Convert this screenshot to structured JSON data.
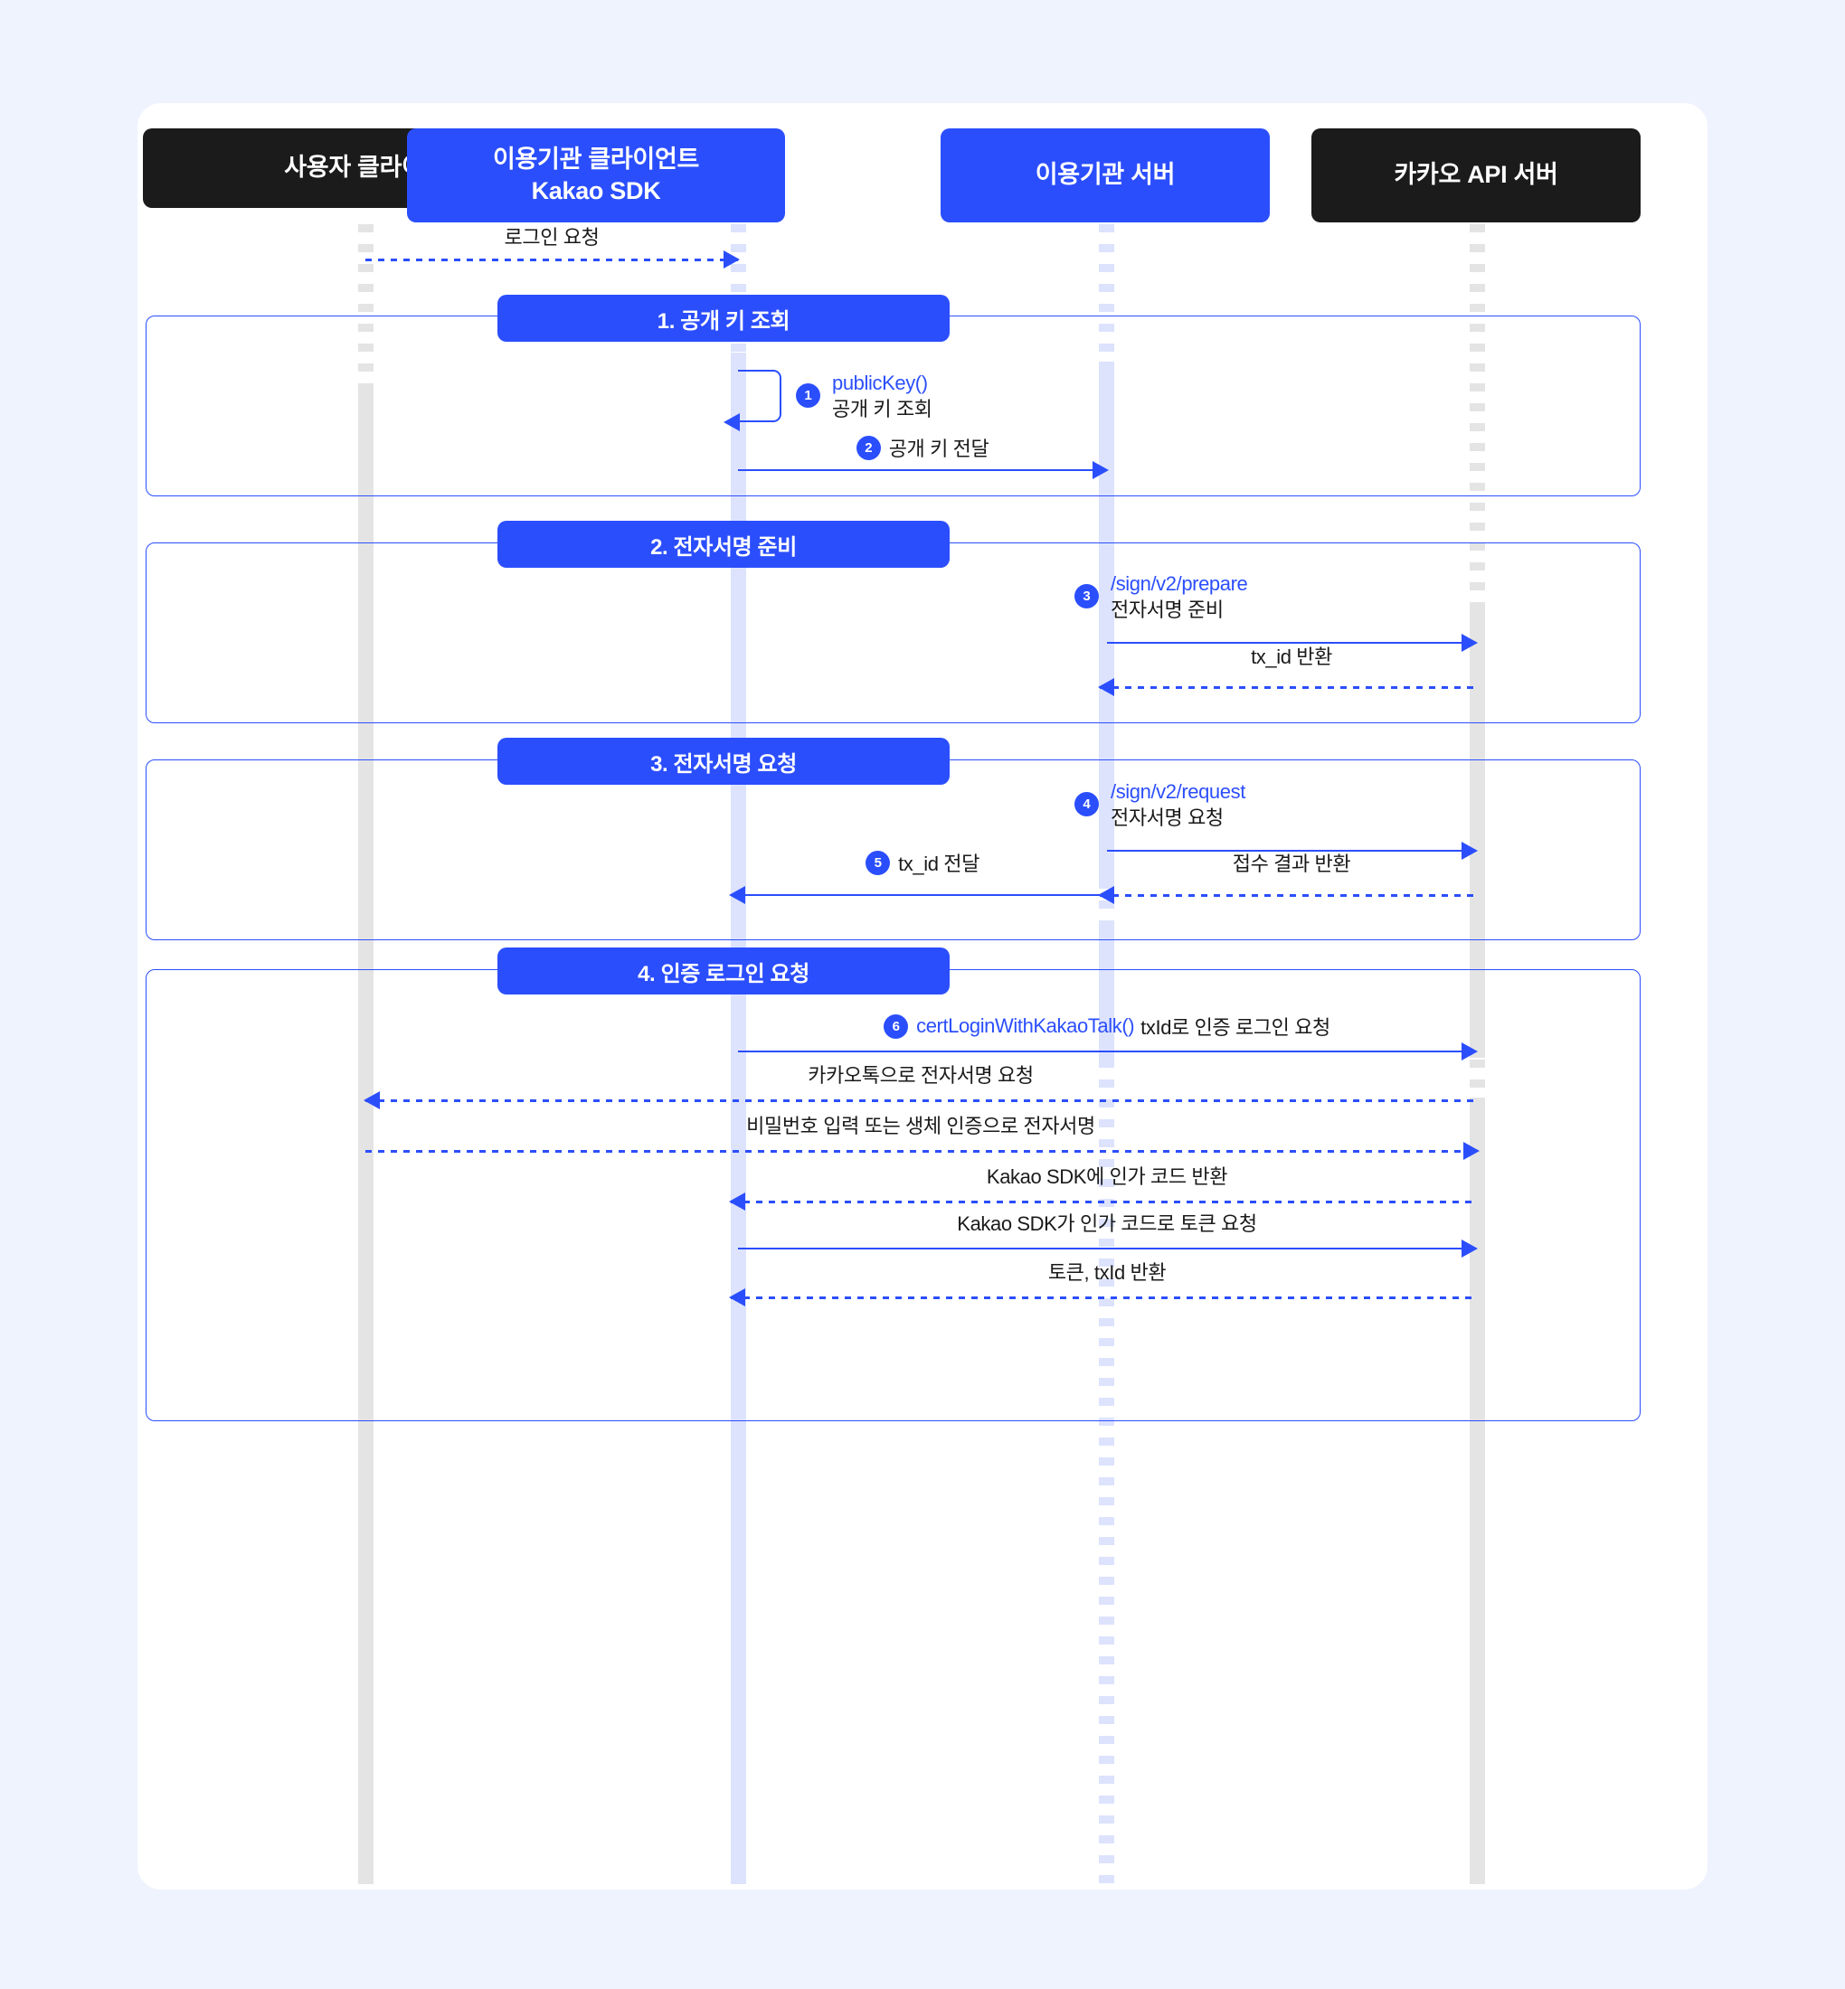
{
  "diagram": {
    "type": "sequence-diagram",
    "colors": {
      "page_background": "#eff3fe",
      "card_background": "#ffffff",
      "accent_blue": "#2b4efd",
      "actor_dark": "#1b1b1b",
      "lifeline_grey": "#e4e4e4",
      "lifeline_blue": "#dde3fd",
      "text": "#1a1a1a"
    },
    "actors": [
      {
        "id": "user-client",
        "label": "사용자 클라이언트",
        "style": "dark"
      },
      {
        "id": "partner-client",
        "label": "이용기관 클라이언트\nKakao SDK",
        "line1": "이용기관 클라이언트",
        "line2": "Kakao SDK",
        "style": "blue"
      },
      {
        "id": "partner-server",
        "label": "이용기관 서버",
        "style": "blue"
      },
      {
        "id": "kakao-api",
        "label": "카카오 API 서버",
        "style": "dark"
      }
    ],
    "intro_message": {
      "text": "로그인 요청",
      "from": "user-client",
      "to": "partner-client",
      "line": "dotted",
      "direction": "right"
    },
    "sections": [
      {
        "index": "1",
        "title": "1. 공개 키 조회",
        "messages": [
          {
            "badge": "1",
            "api": "publicKey()",
            "text": "공개 키 조회",
            "kind": "self-call",
            "actor": "partner-client"
          },
          {
            "badge": "2",
            "api": "",
            "text": "공개 키 전달",
            "kind": "solid",
            "direction": "right",
            "from": "partner-client",
            "to": "partner-server"
          }
        ]
      },
      {
        "index": "2",
        "title": "2. 전자서명 준비",
        "messages": [
          {
            "badge": "3",
            "api": "/sign/v2/prepare",
            "text": "전자서명 준비",
            "kind": "solid",
            "direction": "right",
            "from": "partner-server",
            "to": "kakao-api"
          },
          {
            "badge": "",
            "api": "",
            "text": "tx_id 반환",
            "kind": "dotted",
            "direction": "left",
            "from": "kakao-api",
            "to": "partner-server"
          }
        ]
      },
      {
        "index": "3",
        "title": "3. 전자서명 요청",
        "messages": [
          {
            "badge": "4",
            "api": "/sign/v2/request",
            "text": "전자서명 요청",
            "kind": "solid",
            "direction": "right",
            "from": "partner-server",
            "to": "kakao-api"
          },
          {
            "badge": "",
            "api": "",
            "text": "접수 결과 반환",
            "kind": "dotted",
            "direction": "left",
            "from": "kakao-api",
            "to": "partner-server"
          },
          {
            "badge": "5",
            "api": "",
            "text": "tx_id 전달",
            "kind": "solid",
            "direction": "left",
            "from": "partner-server",
            "to": "partner-client"
          }
        ]
      },
      {
        "index": "4",
        "title": "4. 인증 로그인 요청",
        "messages": [
          {
            "badge": "6",
            "api": "certLoginWithKakaoTalk()",
            "text": "txId로 인증 로그인 요청",
            "kind": "solid",
            "direction": "right",
            "from": "partner-client",
            "to": "kakao-api"
          },
          {
            "badge": "",
            "api": "",
            "text": "카카오톡으로 전자서명 요청",
            "kind": "dotted",
            "direction": "left",
            "from": "kakao-api",
            "to": "user-client"
          },
          {
            "badge": "",
            "api": "",
            "text": "비밀번호 입력 또는 생체 인증으로 전자서명",
            "kind": "dotted",
            "direction": "right",
            "from": "user-client",
            "to": "kakao-api"
          },
          {
            "badge": "",
            "api": "",
            "text": "Kakao SDK에 인가 코드 반환",
            "kind": "dotted",
            "direction": "left",
            "from": "kakao-api",
            "to": "partner-client"
          },
          {
            "badge": "",
            "api": "",
            "text": "Kakao SDK가 인가 코드로 토큰 요청",
            "kind": "solid",
            "direction": "right",
            "from": "partner-client",
            "to": "kakao-api"
          },
          {
            "badge": "",
            "api": "",
            "text": "토큰, txId 반환",
            "kind": "dotted",
            "direction": "left",
            "from": "kakao-api",
            "to": "partner-client"
          }
        ]
      }
    ]
  }
}
